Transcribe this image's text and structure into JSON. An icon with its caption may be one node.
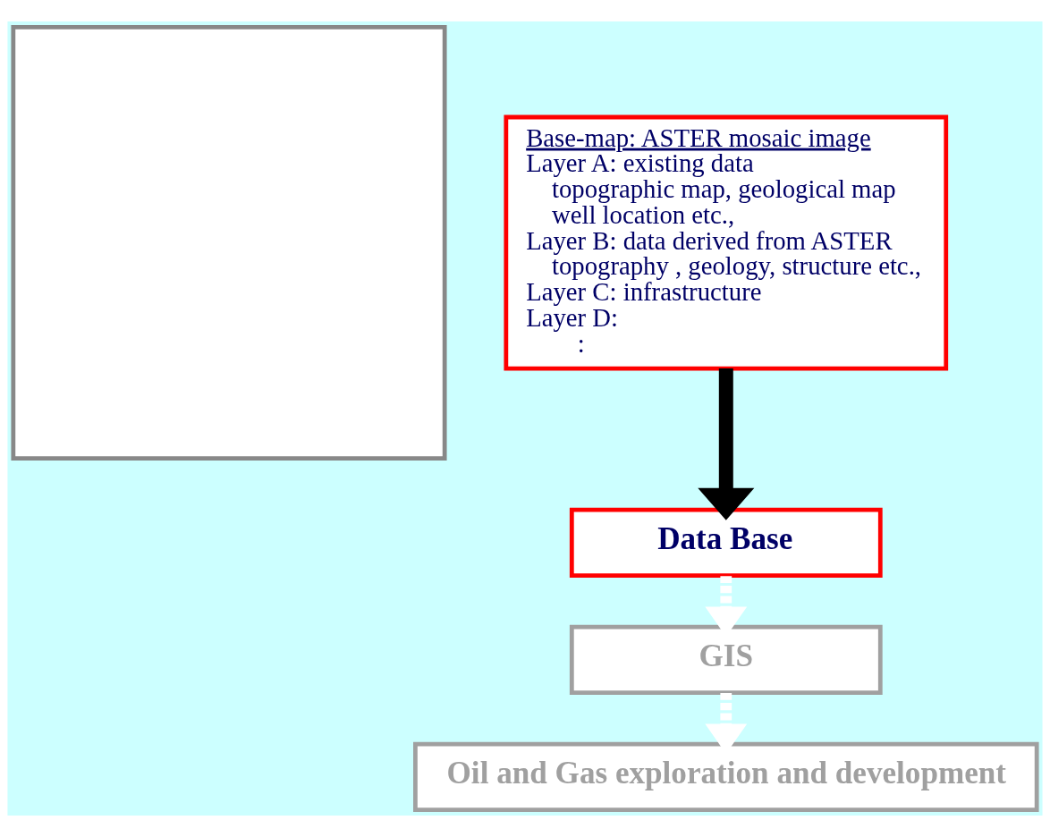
{
  "diagram": {
    "nodes": [
      {
        "text": [],
        "shape": "box"
      },
      {
        "text": [
          "Base-map: ASTER mosaic image",
          "Layer A: existing data",
          "topographic map, geological map",
          "well location etc.,",
          "Layer B: data derived from ASTER",
          "topography , geology, structure etc.,",
          "Layer C: infrastructure",
          "Layer D:",
          ":"
        ]
      },
      {
        "text": [
          "Data Base"
        ]
      },
      {
        "text": [
          "GIS"
        ]
      },
      {
        "text": [
          "Oil and Gas exploration and development"
        ]
      }
    ],
    "edges": [
      {
        "from": 1,
        "to": 2,
        "arrow": "to",
        "color": "#000000"
      },
      {
        "from": 2,
        "to": 3,
        "arrow": "to",
        "style": "dashed",
        "color": "#ffffff"
      },
      {
        "from": 3,
        "to": 4,
        "arrow": "to",
        "style": "dashed",
        "color": "#ffffff"
      }
    ]
  }
}
